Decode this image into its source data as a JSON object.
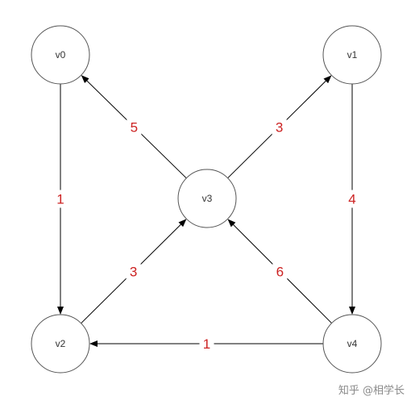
{
  "nodes": [
    {
      "id": "v0",
      "label": "v0"
    },
    {
      "id": "v1",
      "label": "v1"
    },
    {
      "id": "v2",
      "label": "v2"
    },
    {
      "id": "v3",
      "label": "v3"
    },
    {
      "id": "v4",
      "label": "v4"
    }
  ],
  "edges": [
    {
      "from": "v3",
      "to": "v0",
      "weight": "5"
    },
    {
      "from": "v3",
      "to": "v1",
      "weight": "3"
    },
    {
      "from": "v0",
      "to": "v2",
      "weight": "1"
    },
    {
      "from": "v1",
      "to": "v4",
      "weight": "4"
    },
    {
      "from": "v2",
      "to": "v3",
      "weight": "3"
    },
    {
      "from": "v4",
      "to": "v3",
      "weight": "6"
    },
    {
      "from": "v4",
      "to": "v2",
      "weight": "1"
    }
  ],
  "colors": {
    "weight": "#cc2222",
    "edge": "#000000",
    "node_stroke": "#555555"
  },
  "watermark": "知乎 @相学长"
}
